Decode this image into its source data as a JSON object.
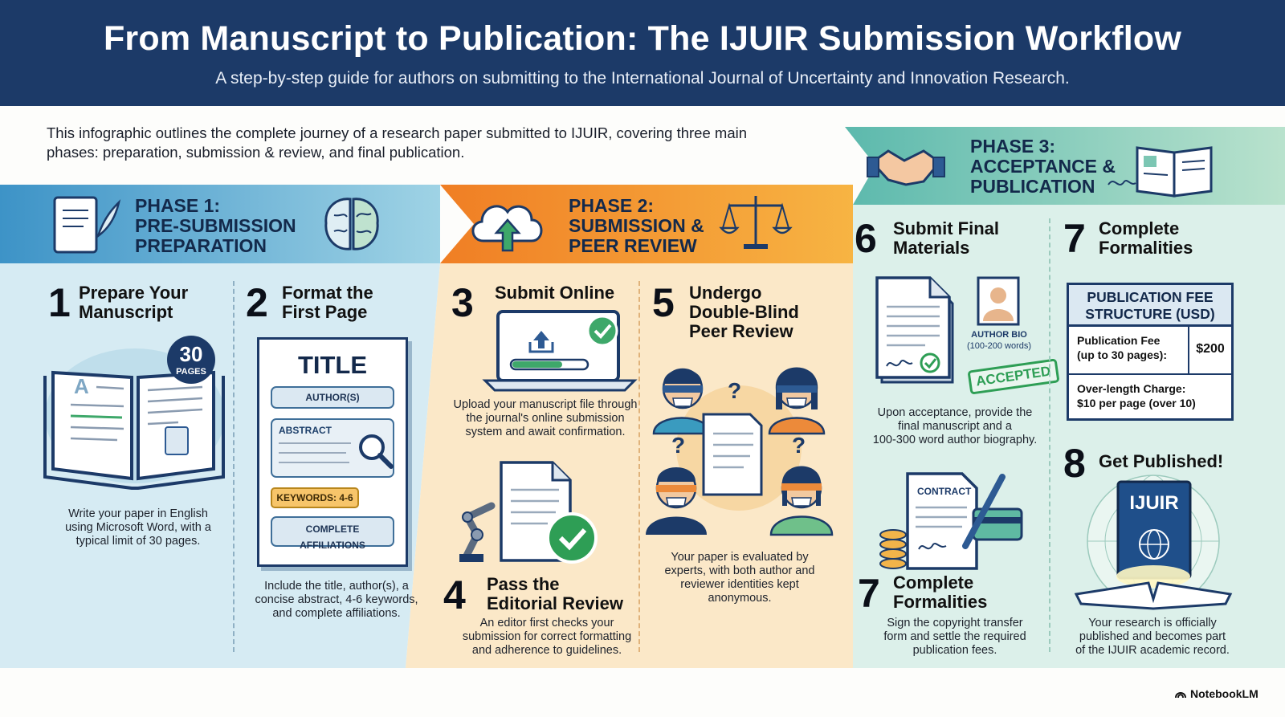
{
  "header": {
    "title": "From Manuscript to Publication: The IJUIR Submission Workflow",
    "subtitle": "A step-by-step guide for authors on submitting to the International Journal of Uncertainty and Innovation Research."
  },
  "intro": "This infographic outlines the complete journey of a research paper submitted to IJUIR, covering three main phases: preparation, submission & review, and final publication.",
  "phases": [
    {
      "label": "PHASE 1:",
      "title": [
        "PRE-SUBMISSION",
        "PREPARATION"
      ],
      "color": "#4fa6cf"
    },
    {
      "label": "PHASE 2:",
      "title": [
        "SUBMISSION &",
        "PEER REVIEW"
      ],
      "color": "#f2a03a"
    },
    {
      "label": "PHASE 3:",
      "title": [
        "ACCEPTANCE &",
        "PUBLICATION"
      ],
      "color": "#7cc6b3"
    }
  ],
  "steps": {
    "s1": {
      "num": "1",
      "title": [
        "Prepare Your",
        "Manuscript"
      ],
      "desc": [
        "Write your paper in English",
        "using Microsoft Word, with a",
        "typical limit of 30 pages."
      ],
      "badge_num": "30",
      "badge_label": "PAGES",
      "book_letter": "A"
    },
    "s2": {
      "num": "2",
      "title": [
        "Format the",
        "First Page"
      ],
      "desc": [
        "Include the title, author(s), a",
        "concise abstract, 4-6 keywords,",
        "and complete affiliations."
      ],
      "doc_title": "TITLE",
      "authors": "AUTHOR(S)",
      "abstract": "ABSTRACT",
      "keywords": "KEYWORDS: 4-6",
      "affiliations": "COMPLETE AFFILIATIONS"
    },
    "s3": {
      "num": "3",
      "title": [
        "Submit Online"
      ],
      "desc": [
        "Upload your manuscript file through",
        "the journal's online submission",
        "system and await confirmation."
      ]
    },
    "s4": {
      "num": "4",
      "title": [
        "Pass the",
        "Editorial Review"
      ],
      "desc": [
        "An editor first checks your",
        "submission for correct formatting",
        "and adherence to guidelines."
      ]
    },
    "s5": {
      "num": "5",
      "title": [
        "Undergo",
        "Double-Blind",
        "Peer Review"
      ],
      "desc": [
        "Your paper is evaluated by",
        "experts, with both author and",
        "reviewer identities kept",
        "anonymous."
      ]
    },
    "s6": {
      "num": "6",
      "title": [
        "Submit Final",
        "Materials"
      ],
      "desc": [
        "Upon acceptance, provide the",
        "final manuscript and a",
        "100-300 word author biography."
      ],
      "bio_label": "AUTHOR BIO",
      "bio_words": "(100-200 words)",
      "stamp": "ACCEPTED"
    },
    "s7a": {
      "num": "7",
      "title": [
        "Complete",
        "Formalities"
      ]
    },
    "s7b": {
      "num": "7",
      "title": [
        "Complete",
        "Formalities"
      ],
      "desc": [
        "Sign the copyright transfer",
        "form and settle the required",
        "publication fees."
      ],
      "contract": "CONTRACT"
    },
    "s8": {
      "num": "8",
      "title": [
        "Get Published!"
      ],
      "desc": [
        "Your research is officially",
        "published and becomes part",
        "of the IJUIR academic record."
      ],
      "book_label": "IJUIR"
    }
  },
  "fee_table": {
    "header": [
      "PUBLICATION FEE",
      "STRUCTURE (USD)"
    ],
    "rows": [
      {
        "label": [
          "Publication Fee",
          "(up to 30 pages):"
        ],
        "value": "$200"
      },
      {
        "label": [
          "Over-length Charge:",
          "$10 per page (over 10)"
        ],
        "value": ""
      }
    ]
  },
  "footer": {
    "brand": "NotebookLM"
  },
  "colors": {
    "header_bg": "#1c3a68",
    "phase1": "#4fa6cf",
    "phase2": "#f2a03a",
    "phase3": "#7cc6b3",
    "check": "#2e9e55"
  }
}
